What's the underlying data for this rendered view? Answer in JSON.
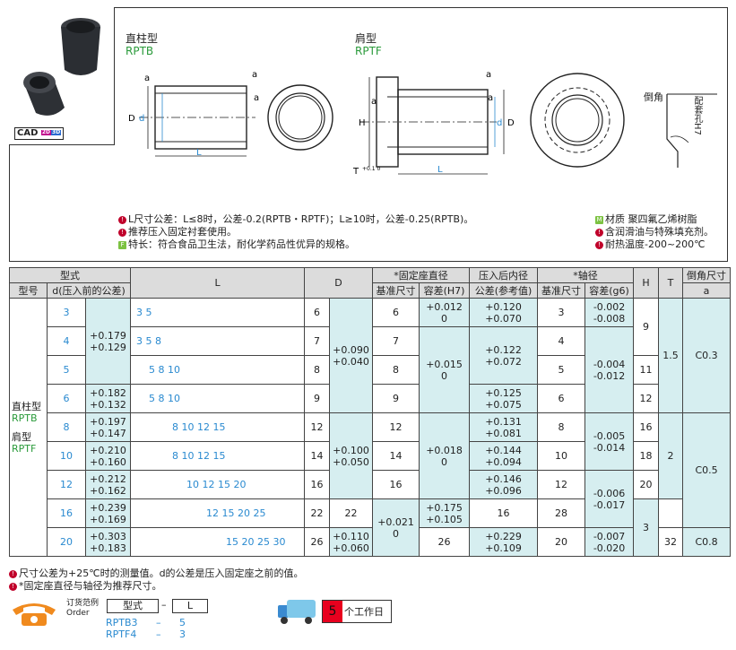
{
  "header": {
    "cad_label": "CAD",
    "cad_badges": [
      "2D",
      "3D"
    ],
    "type1_cn": "直柱型",
    "type1_code": "RPTB",
    "type2_cn": "肩型",
    "type2_code": "RPTF",
    "side_label": "倒角",
    "side_vertical": "配套孔H7",
    "dim_labels": {
      "a": "a",
      "D": "D",
      "d": "d",
      "L": "L",
      "H": "H",
      "T": "T"
    },
    "tol_T": "+0.1 0"
  },
  "notes_left": [
    "L尺寸公差：L≤8时，公差-0.2(RPTB・RPTF)；L≥10时，公差-0.25(RPTB)。",
    "推荐压入固定衬套使用。",
    "特长：符合食品卫生法，耐化学药品性优异的规格。"
  ],
  "notes_right": [
    "材质  聚四氟乙烯树脂",
    "含润滑油与特殊填充剂。",
    "耐热温度-200~200℃"
  ],
  "table": {
    "h1": [
      "型式",
      "L",
      "D",
      "*固定座直径",
      "压入后内径",
      "*轴径",
      "H",
      "T",
      "倒角尺寸"
    ],
    "h2": [
      "型号",
      "d(压入前的公差)",
      "基准尺寸",
      "容差(H7)",
      "公差(参考值)",
      "基准尺寸",
      "容差(g6)",
      "a"
    ],
    "type_names": [
      "直柱型",
      "RPTB",
      "肩型",
      "RPTF"
    ],
    "rows": [
      {
        "d": "3",
        "L": "3  5",
        "D": "6",
        "hole": "6",
        "inner": "+0.120\n+0.070",
        "shaft": "3"
      },
      {
        "d": "4",
        "L": "3  5  8",
        "D": "7",
        "hole": "7",
        "shaft": "4"
      },
      {
        "d": "5",
        "L": "5  8  10",
        "D": "8",
        "hole": "8",
        "shaft": "5"
      },
      {
        "d": "6",
        "L": "5  8  10",
        "D": "9",
        "hole": "9",
        "inner": "+0.125\n+0.075",
        "shaft": "6"
      },
      {
        "d": "8",
        "L": "8  10  12  15",
        "D": "12",
        "hole": "12",
        "inner": "+0.131\n+0.081",
        "shaft": "8"
      },
      {
        "d": "10",
        "L": "8  10  12  15",
        "D": "14",
        "hole": "14",
        "inner": "+0.144\n+0.094",
        "shaft": "10"
      },
      {
        "d": "12",
        "L": "10  12  15  20",
        "D": "16",
        "hole": "16",
        "inner": "+0.146\n+0.096",
        "shaft": "12"
      },
      {
        "d": "16",
        "L": "12  15  20  25",
        "D": "22",
        "hole": "22",
        "inner": "+0.175\n+0.105",
        "shaft": "16"
      },
      {
        "d": "20",
        "L": "15  20  25  30",
        "D": "26",
        "hole": "26",
        "inner": "+0.229\n+0.109",
        "shaft": "20"
      }
    ],
    "dtol": [
      "+0.179\n+0.129",
      "+0.182\n+0.132",
      "+0.197\n+0.147",
      "+0.210\n+0.160",
      "+0.212\n+0.162",
      "+0.239\n+0.169",
      "+0.303\n+0.183"
    ],
    "Dtol": [
      "+0.090\n+0.040",
      "+0.100\n+0.050",
      "+0.110\n+0.060"
    ],
    "h7": [
      "+0.012\n0",
      "+0.015\n0",
      "+0.018\n0",
      "+0.021\n0"
    ],
    "inner_merged": "+0.122\n+0.072",
    "g6": [
      "-0.002\n-0.008",
      "-0.004\n-0.012",
      "-0.005\n-0.014",
      "-0.006\n-0.017",
      "-0.007\n-0.020"
    ],
    "H": [
      "9",
      "11",
      "12",
      "16",
      "18",
      "20",
      "28",
      "32"
    ],
    "T": [
      "1.5",
      "2",
      "3"
    ],
    "a": [
      "C0.3",
      "C0.5",
      "C0.8"
    ]
  },
  "footer_notes": [
    "尺寸公差为+25℃时的测量值。d的公差是压入固定座之前的值。",
    "*固定座直径与轴径为推荐尺寸。"
  ],
  "order": {
    "label_cn": "订货范例",
    "label_en": "Order",
    "col1": "型式",
    "dash": "–",
    "col2": "L",
    "ex1_type": "RPTB3",
    "ex1_len": "5",
    "ex2_type": "RPTF4",
    "ex2_len": "3"
  },
  "delivery": {
    "days": "5",
    "unit": "个工作日"
  },
  "colors": {
    "green": "#2a9a3a",
    "blue": "#2a8ad0",
    "red": "#c0002a",
    "tint": "#d6eef0",
    "header": "#dcdcdc",
    "orange": "#f08a1e"
  }
}
